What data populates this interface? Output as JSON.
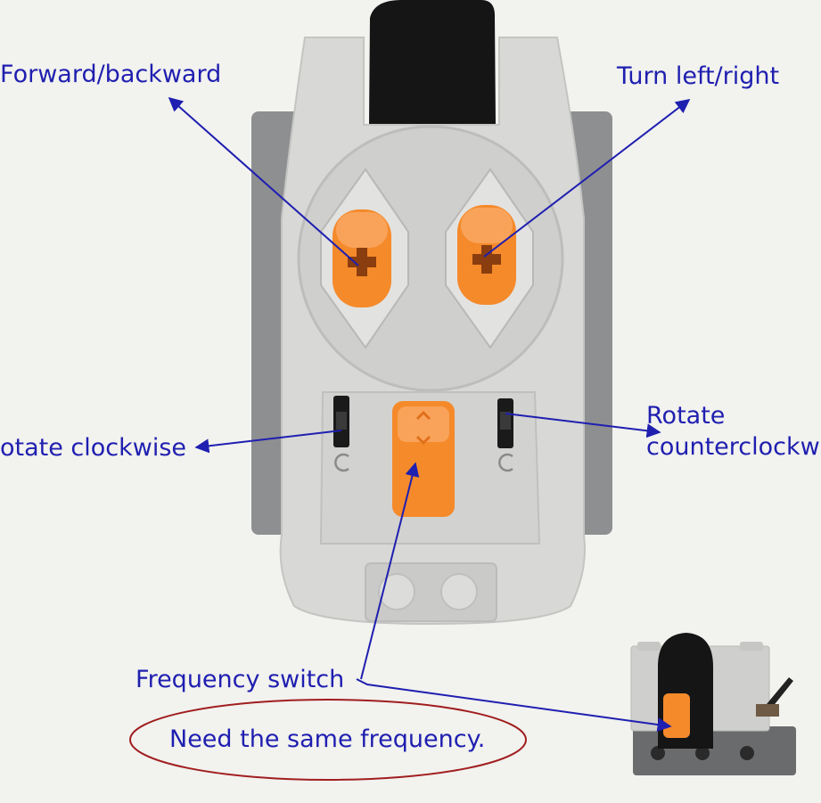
{
  "labels": {
    "forward_backward": "Forward/backward",
    "turn_left_right": "Turn left/right",
    "rotate_clockwise": "otate clockwise",
    "rotate_ccw_line1": "Rotate",
    "rotate_ccw_line2": "counterclockw",
    "frequency_switch": "Frequency switch",
    "need_same_frequency": "Need the same frequency."
  },
  "colors": {
    "annotation_blue": "#1f1fb0",
    "ellipse_red": "#a01e1e",
    "orange": "#f58a2b",
    "remote_gray": "#d8d8d6",
    "side_gray": "#8e8f91",
    "black": "#151515"
  },
  "icons": {
    "switch_rotation": "rotation-c-icon"
  }
}
